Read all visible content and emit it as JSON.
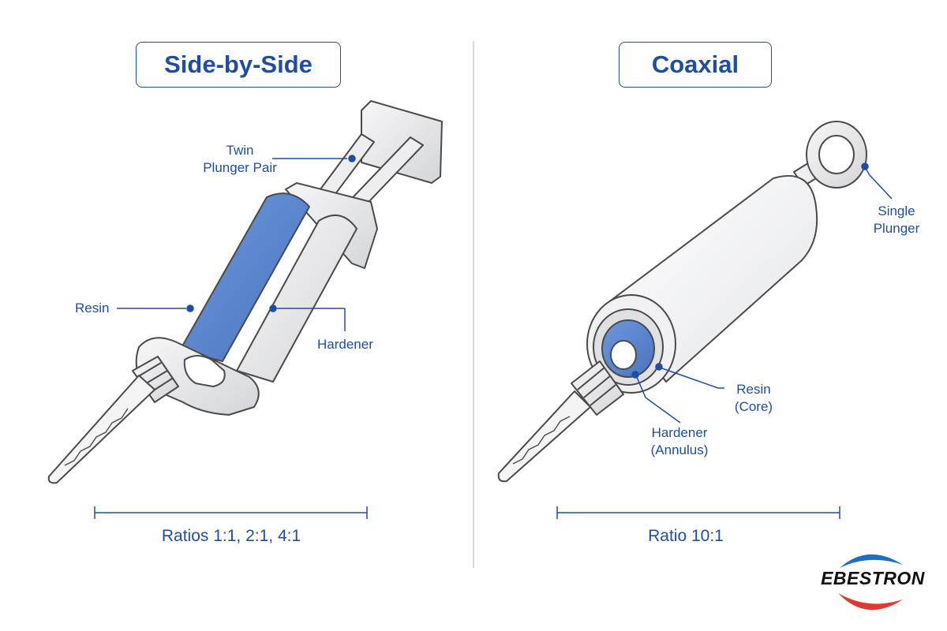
{
  "panels": {
    "left": {
      "title": "Side-by-Side",
      "labels": {
        "twin_line1": "Twin",
        "twin_line2": "Plunger Pair",
        "resin": "Resin",
        "hardener": "Hardener"
      },
      "ratio": "Ratios 1:1, 2:1, 4:1"
    },
    "right": {
      "title": "Coaxial",
      "labels": {
        "single_line1": "Single",
        "single_line2": "Plunger",
        "resin_line1": "Resin",
        "resin_line2": "(Core)",
        "hardener_line1": "Hardener",
        "hardener_line2": "(Annulus)"
      },
      "ratio": "Ratio 10:1"
    }
  },
  "brand": {
    "name": "EBESTRON"
  },
  "colors": {
    "accent": "#1f4ea1",
    "resin_fill": "#5b86cf",
    "hardener_fill": "#e6e7ea",
    "outline": "#4a4a4a",
    "brand_blue": "#1e6fc4",
    "brand_red": "#e03a2f"
  }
}
